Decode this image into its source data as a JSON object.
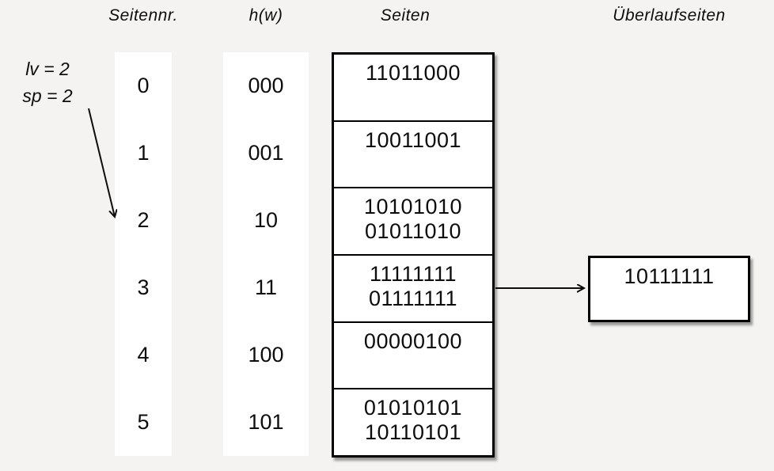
{
  "headers": {
    "page_number": "Seitennr.",
    "hash_function": "h(w)",
    "pages": "Seiten",
    "overflow_pages": "Überlaufseiten"
  },
  "annotation": {
    "level": "lv = 2",
    "split_pointer": "sp = 2"
  },
  "rows": [
    {
      "nr": "0",
      "hash": "000",
      "lines": [
        "11011000"
      ]
    },
    {
      "nr": "1",
      "hash": "001",
      "lines": [
        "10011001"
      ]
    },
    {
      "nr": "2",
      "hash": "10",
      "lines": [
        "10101010",
        "01011010"
      ]
    },
    {
      "nr": "3",
      "hash": "11",
      "lines": [
        "11111111",
        "01111111"
      ]
    },
    {
      "nr": "4",
      "hash": "100",
      "lines": [
        "00000100"
      ]
    },
    {
      "nr": "5",
      "hash": "101",
      "lines": [
        "01010101",
        "10110101"
      ]
    }
  ],
  "overflow": {
    "value": "10111111",
    "linked_from_row": "3"
  },
  "arrows": {
    "split_pointer_target_row": "2"
  },
  "colors": {
    "background": "#f4f3f1",
    "panel": "#ffffff",
    "border": "#000000",
    "text": "#0d0d0d"
  }
}
